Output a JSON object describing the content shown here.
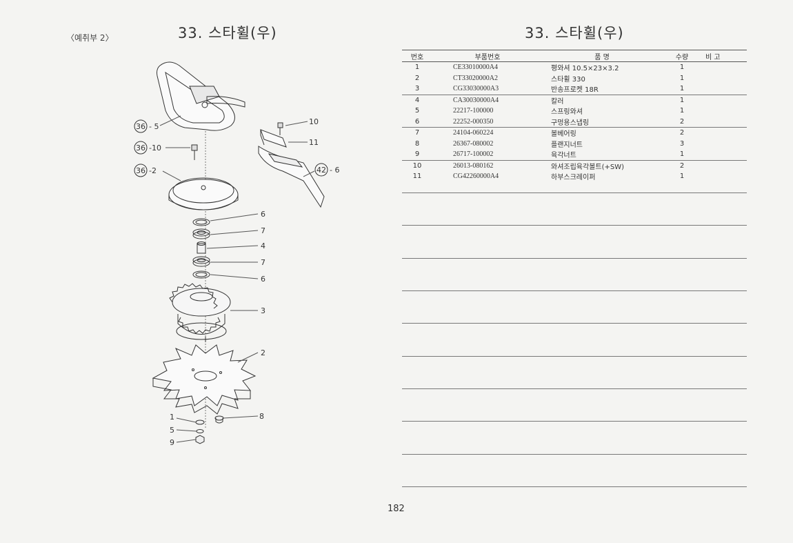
{
  "left": {
    "section_tag": "〈예취부 2〉",
    "title": "33. 스타휠(우)"
  },
  "right": {
    "title": "33. 스타휠(우)"
  },
  "callouts": {
    "l36_5": "36",
    "l36_5_suffix": "- 5",
    "l36_10": "36",
    "l36_10_suffix": "-10",
    "l36_2": "36",
    "l36_2_suffix": "-2",
    "l42_6": "42",
    "l42_6_suffix": "- 6",
    "n10": "10",
    "n11": "11",
    "n6a": "6",
    "n7a": "7",
    "n4": "4",
    "n7b": "7",
    "n6b": "6",
    "n3": "3",
    "n2": "2",
    "n1": "1",
    "n5": "5",
    "n9": "9",
    "n8": "8"
  },
  "table": {
    "headers": {
      "no": "번호",
      "part": "부품번호",
      "name": "품 명",
      "qty": "수량",
      "note": "비 고"
    },
    "rows": [
      {
        "no": "1",
        "part": "CE33010000A4",
        "name": "평와셔 10.5×23×3.2",
        "qty": "1"
      },
      {
        "no": "2",
        "part": "CT33020000A2",
        "name": "스타휠 330",
        "qty": "1"
      },
      {
        "no": "3",
        "part": "CG33030000A3",
        "name": "반송프로켓 18R",
        "qty": "1"
      },
      {
        "no": "4",
        "part": "CA30030000A4",
        "name": "칼러",
        "qty": "1"
      },
      {
        "no": "5",
        "part": "22217-100000",
        "name": "스프링와셔",
        "qty": "1"
      },
      {
        "no": "6",
        "part": "22252-000350",
        "name": "구멍용스냅링",
        "qty": "2"
      },
      {
        "no": "7",
        "part": "24104-060224",
        "name": "볼베어링",
        "qty": "2"
      },
      {
        "no": "8",
        "part": "26367-080002",
        "name": "플랜지너트",
        "qty": "3"
      },
      {
        "no": "9",
        "part": "26717-100002",
        "name": "육각너트",
        "qty": "1"
      },
      {
        "no": "10",
        "part": "26013-080162",
        "name": "와셔조립육각볼트(+SW)",
        "qty": "2"
      },
      {
        "no": "11",
        "part": "CG42260000A4",
        "name": "하부스크레이퍼",
        "qty": "1"
      }
    ]
  },
  "page_number": "182"
}
